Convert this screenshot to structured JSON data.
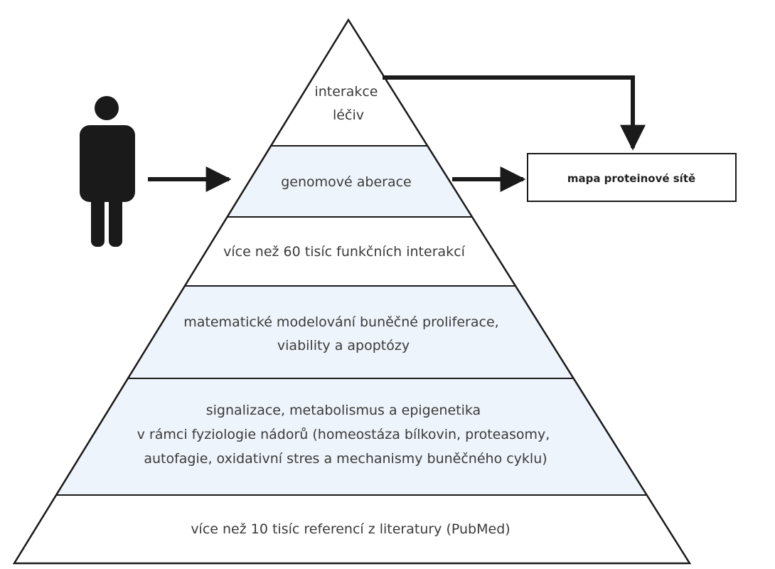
{
  "diagram": {
    "tiers": [
      {
        "lines": [
          "interakce",
          "léčiv"
        ],
        "fill": "#ffffff"
      },
      {
        "lines": [
          "genomové aberace"
        ],
        "fill": "#eef4fb"
      },
      {
        "lines": [
          "více než 60 tisíc funkčních interakcí"
        ],
        "fill": "#ffffff"
      },
      {
        "lines": [
          "matematické modelování buněčné proliferace,",
          "viability a apoptózy"
        ],
        "fill": "#eef4fb"
      },
      {
        "lines": [
          "signalizace, metabolismus a epigenetika",
          "v rámci fyziologie nádorů (homeostáza bílkovin, proteasomy,",
          "autofagie, oxidativní stres a mechanismy buněčného cyklu)"
        ],
        "fill": "#eef4fb"
      },
      {
        "lines": [
          "více než 10 tisíc referencí z literatury (PubMed)"
        ],
        "fill": "#ffffff"
      }
    ],
    "output_box": {
      "label": "mapa proteinové sítě"
    },
    "icons": {
      "person": "person-icon"
    },
    "colors": {
      "stroke": "#1a1a1a",
      "person": "#1a1a1a"
    }
  }
}
